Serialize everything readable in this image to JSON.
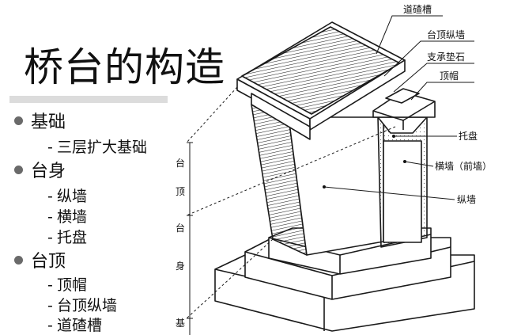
{
  "title": "桥台的构造",
  "outline": [
    {
      "label": "基础",
      "children": [
        "三层扩大基础"
      ]
    },
    {
      "label": "台身",
      "children": [
        "纵墙",
        "横墙",
        "托盘"
      ]
    },
    {
      "label": "台顶",
      "children": [
        "顶帽",
        "台顶纵墙",
        "道碴槽"
      ]
    }
  ],
  "labels": {
    "ballast_trough": "道碴槽",
    "top_longitudinal_wall": "台顶纵墙",
    "bearing_pad": "支承垫石",
    "cap": "顶帽",
    "corbel": "托盘",
    "cross_wall": "横墙（前墙）",
    "longitudinal_wall": "纵墙"
  },
  "vertical_labels": {
    "top_1": "台",
    "top_2": "顶",
    "body_1": "台",
    "body_2": "身",
    "base_1": "基"
  },
  "colors": {
    "text": "#111111",
    "bullet": "#6a6a6a",
    "title_bar": "#dcdcdc",
    "line": "#1a1a1a"
  }
}
